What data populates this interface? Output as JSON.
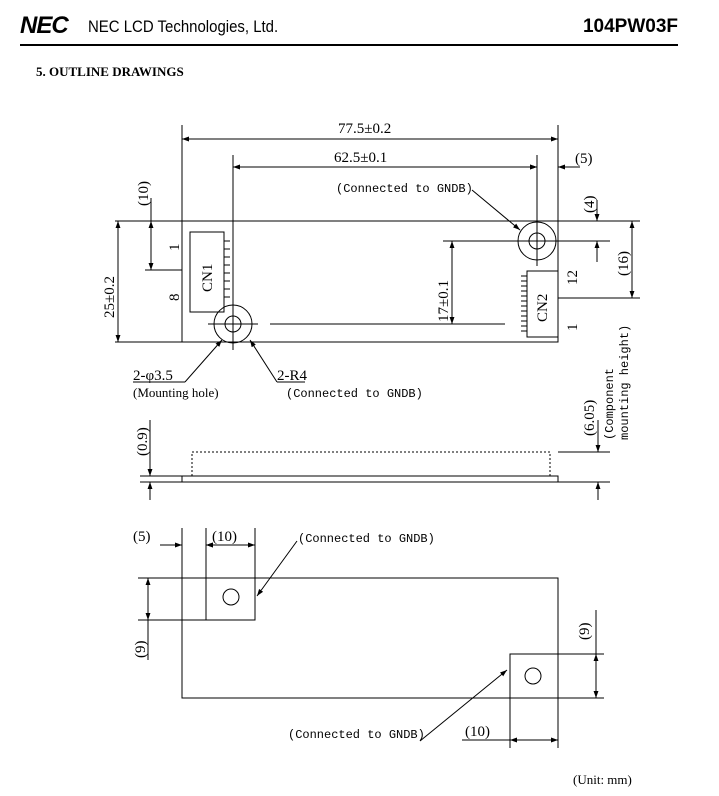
{
  "header": {
    "logo": "NEC",
    "company": "NEC LCD Technologies, Ltd.",
    "model": "104PW03F"
  },
  "section_title": "5. OUTLINE DRAWINGS",
  "dimensions": {
    "overall_length": "77.5±0.2",
    "hole_pitch": "62.5±0.1",
    "right_offset": "(5)",
    "top_offset": "(10)",
    "hole_top_offset": "(4)",
    "overall_height": "25±0.2",
    "hole_vertical_pitch": "17±0.1",
    "cn2_height": "(16)",
    "board_thickness": "(0.9)",
    "component_height": "(6.05)",
    "pad_left_offset": "(5)",
    "pad_width": "(10)",
    "pad_top_offset": "(9)",
    "pad_right_height": "(9)",
    "pad_right_width": "(10)"
  },
  "labels": {
    "cn1": "CN1",
    "cn1_pin1": "1",
    "cn1_pin8": "8",
    "cn2": "CN2",
    "cn2_pin12": "12",
    "cn2_pin1": "1",
    "mounting_hole": "2-φ3.5",
    "mounting_hole_note": "(Mounting hole)",
    "radius": "2-R4",
    "component_note_1": "(Component",
    "component_note_2": "mounting height)"
  },
  "notes": {
    "gndb_top": "(Connected to GNDB)",
    "gndb_radius": "(Connected to GNDB)",
    "gndb_bottom_left": "(Connected to GNDB)",
    "gndb_bottom_right": "(Connected to GNDB)"
  },
  "unit": "(Unit: mm)"
}
